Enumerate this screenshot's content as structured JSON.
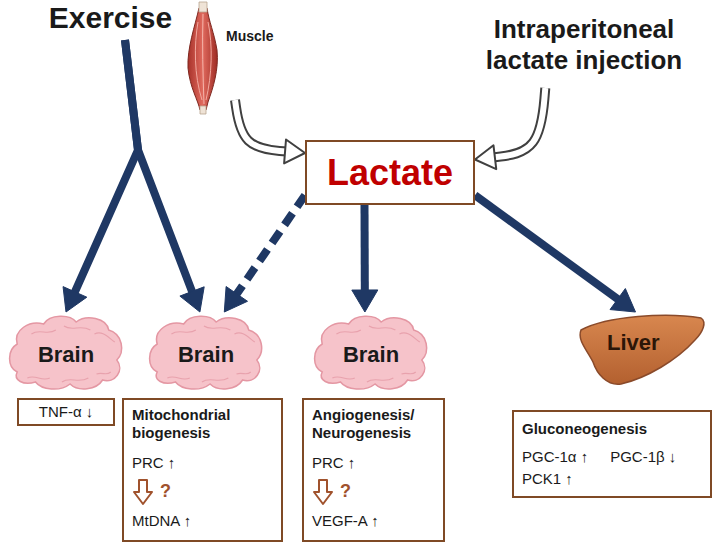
{
  "diagram": {
    "nodes": [
      {
        "text": [
          "Exercise"
        ]
      },
      {
        "text": [
          "Muscle"
        ]
      },
      {
        "text": [
          "Intraperitoneal lactate injection"
        ]
      },
      {
        "text": [
          "Lactate"
        ]
      },
      {
        "text": [
          "Brain"
        ]
      },
      {
        "text": [
          "Brain"
        ]
      },
      {
        "text": [
          "Brain"
        ]
      },
      {
        "text": [
          "Liver"
        ]
      },
      {
        "text": [
          "TNF-α ↓"
        ]
      },
      {
        "text": [
          "Mitochondrial biogenesis",
          "PRC ↑",
          "?",
          "MtDNA ↑"
        ]
      },
      {
        "text": [
          "Angiogenesis/ Neurogenesis",
          "PRC ↑",
          "?",
          "VEGF-A ↑"
        ]
      },
      {
        "text": [
          "Gluconeogenesis",
          "PGC-1α ↑",
          "PGC-1β ↓",
          "PCK1 ↑"
        ]
      }
    ],
    "edges": [
      {
        "from": 0,
        "to": 4,
        "arrow": "to"
      },
      {
        "from": 0,
        "to": 5,
        "arrow": "to"
      },
      {
        "from": 1,
        "to": 3,
        "arrow": "to"
      },
      {
        "from": 2,
        "to": 3,
        "arrow": "to"
      },
      {
        "from": 3,
        "to": 5,
        "arrow": "to"
      },
      {
        "from": 3,
        "to": 6,
        "arrow": "to"
      },
      {
        "from": 3,
        "to": 7,
        "arrow": "to"
      }
    ]
  }
}
